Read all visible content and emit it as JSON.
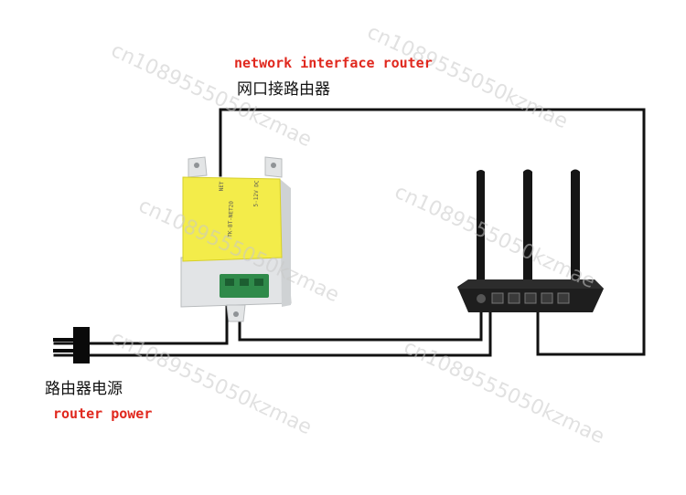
{
  "labels": {
    "network_en": "network interface router",
    "network_cn": "网口接路由器",
    "power_cn": "路由器电源",
    "power_en": "router power"
  },
  "module": {
    "model_text": "TK-BT-NET20",
    "port_text": "NET",
    "power_text": "5-12V DC"
  },
  "watermark": "cn1089555050kzmae",
  "colors": {
    "label_red": "#e0281e",
    "module_yellow": "#f3ec4a",
    "module_body": "#e6e8e9",
    "terminal_green": "#2f8a4a",
    "router_body": "#1e1e1e",
    "wire": "#111111"
  }
}
